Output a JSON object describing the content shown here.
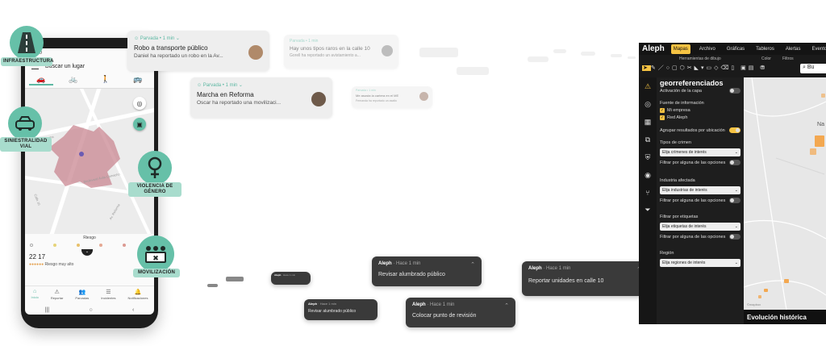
{
  "phone": {
    "status_time": "12:00",
    "search_placeholder": "Buscar un lugar",
    "modes": [
      "🚗",
      "🚲",
      "🚶",
      "🚌"
    ],
    "map_labels": [
      "Avenida Reforma",
      "Boulevard Ávila Camacho",
      "Calle 10",
      "Av. Reforma"
    ],
    "risk_label": "Riesgo",
    "risk_colors": [
      "#e6d37a",
      "#e8c06a",
      "#e5a893",
      "#dc9a92",
      "#d98c8c"
    ],
    "time": "22 17",
    "risk_text": "Riesgo muy alto",
    "tabs": [
      {
        "icon": "⌂",
        "label": "Inicio"
      },
      {
        "icon": "⚠",
        "label": "Reportar"
      },
      {
        "icon": "👥",
        "label": "Parvadas"
      },
      {
        "icon": "☰",
        "label": "Incidentes"
      },
      {
        "icon": "🔔",
        "label": "Notificaciones"
      }
    ],
    "nav": [
      "|||",
      "○",
      "‹"
    ]
  },
  "badges": {
    "infra": "INFRAESTRUCTURA",
    "vial": "SINIESTRALIDAD VIAL",
    "genero": "VIOLENCIA DE GÉNERO",
    "movil": "MOVILIZACIÓN"
  },
  "notifications": {
    "n1": {
      "src": "Parvada • 1 min",
      "title": "Robo a transporte público",
      "msg": "Daniel ha reportado un robo en la Av..."
    },
    "n2": {
      "src": "Parvada • 1 min",
      "title": "Marcha en Reforma",
      "msg": "Óscar ha reportado una movilizaci..."
    },
    "n3": {
      "src": "Parvada • 1 min",
      "title": "Hay unos tipos raros en la calle 10",
      "msg": "Gorell ha reportado un avistamiento a..."
    },
    "n4": {
      "src": "Parvada • 1 min",
      "title": "Me asusta la cartera en el ME",
      "msg": "Fernanda ha reportado un asalto"
    }
  },
  "dark_notifications": {
    "d1": {
      "app": "Aleph",
      "time": "Hace 1 min",
      "body": "Revisar alumbrado público"
    },
    "d2": {
      "app": "Aleph",
      "time": "Hace 1 min",
      "body": "Reportar unidades en calle 10"
    },
    "d3": {
      "app": "Aleph",
      "time": "Hace 1 min",
      "body": "Colocar punto de revisión"
    },
    "d4": {
      "app": "Aleph",
      "time": "Hace 1 min",
      "body": "Revisar alumbrado público"
    },
    "d5": {
      "app": "Aleph",
      "time": "Hace 1 min",
      "body": ""
    }
  },
  "app": {
    "logo": "Aleph",
    "tabs": [
      "Mapas",
      "Archivo",
      "Gráficas",
      "Tableros",
      "Alertas",
      "Eventos contextuales"
    ],
    "toolbar_labels": [
      "Herramientas de dibujo",
      "Color",
      "Filtros"
    ],
    "search": "Bu",
    "panel_title": "georreferenciados",
    "activation": "Activación de la capa",
    "source_label": "Fuente de información",
    "sources": [
      "Mi empresa",
      "Red Aleph"
    ],
    "group_label": "Agrupar resultados por ubicación",
    "crime_label": "Tipos de crimen",
    "crime_select": "Elija crímenes de interés",
    "filter_label": "Filtrar por alguna de las opciones",
    "industry_label": "Industria afectada",
    "industry_select": "Elija industrias de interés",
    "tags_label": "Filtrar por etiquetas",
    "tags_select": "Elija etiquetas de interés",
    "region_label": "Región",
    "region_select": "Elija regiones de interés",
    "map_label": "Na",
    "bottom_title": "Evolución histórica",
    "mapbox": "©mapbox"
  }
}
